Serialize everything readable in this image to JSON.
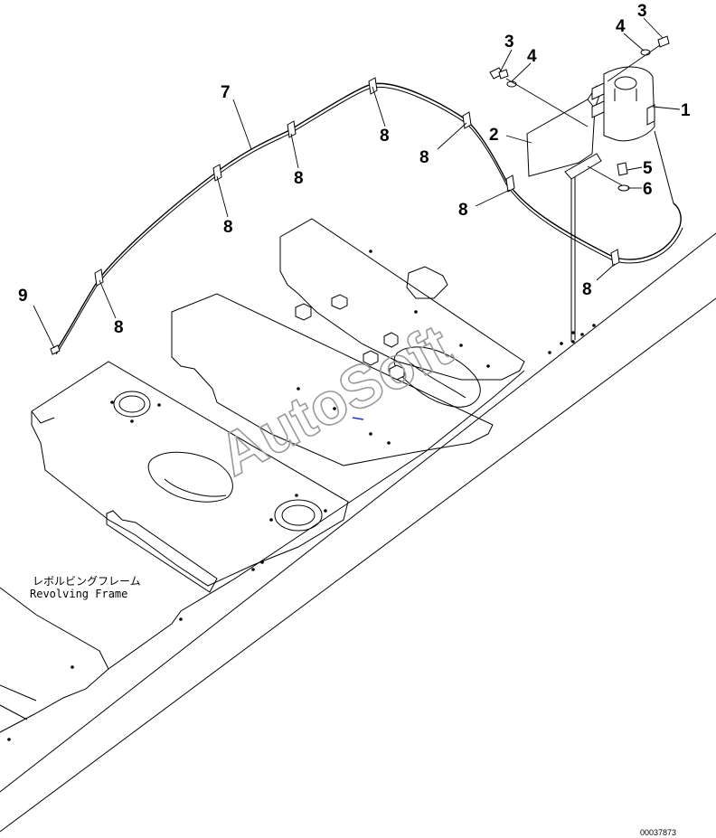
{
  "callouts": [
    {
      "id": "c1",
      "label": "1"
    },
    {
      "id": "c2",
      "label": "2"
    },
    {
      "id": "c3a",
      "label": "3"
    },
    {
      "id": "c3b",
      "label": "3"
    },
    {
      "id": "c4a",
      "label": "4"
    },
    {
      "id": "c4b",
      "label": "4"
    },
    {
      "id": "c5",
      "label": "5"
    },
    {
      "id": "c6",
      "label": "6"
    },
    {
      "id": "c7",
      "label": "7"
    },
    {
      "id": "c8a",
      "label": "8"
    },
    {
      "id": "c8b",
      "label": "8"
    },
    {
      "id": "c8c",
      "label": "8"
    },
    {
      "id": "c8d",
      "label": "8"
    },
    {
      "id": "c8e",
      "label": "8"
    },
    {
      "id": "c8f",
      "label": "8"
    },
    {
      "id": "c8g",
      "label": "8"
    },
    {
      "id": "c9",
      "label": "9"
    }
  ],
  "caption": {
    "japanese": "レボルビングフレーム",
    "english": "Revolving Frame"
  },
  "watermark": "AutoSoft",
  "drawing_number": "00037873"
}
